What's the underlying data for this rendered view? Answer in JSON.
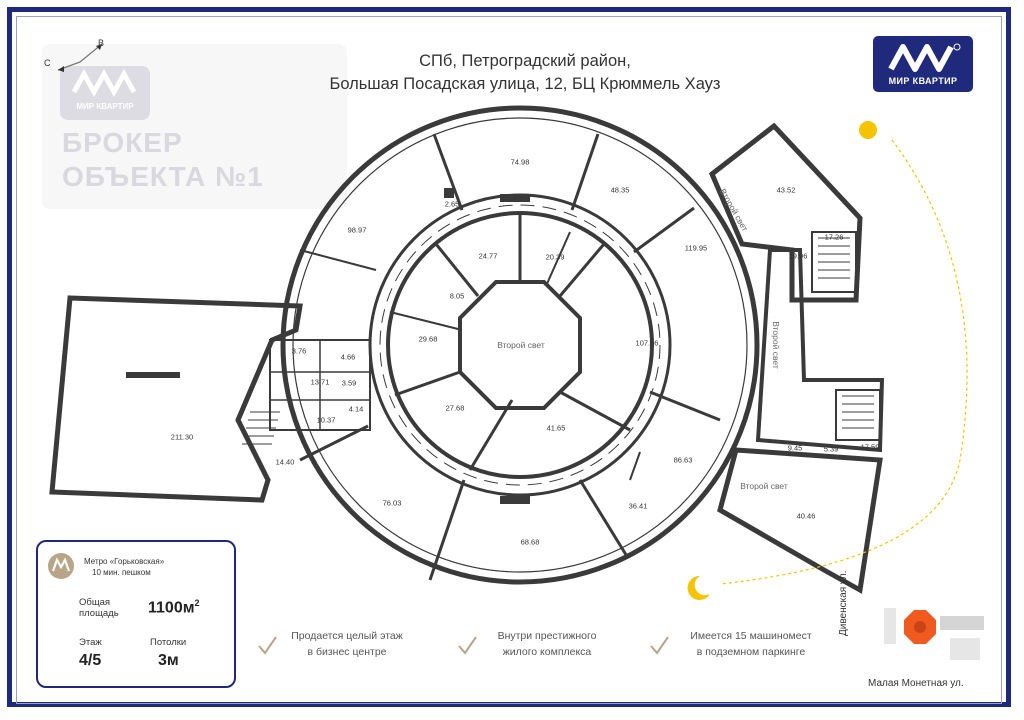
{
  "header": {
    "address_line1": "СПб, Петроградский район,",
    "address_line2": "Большая Посадская улица, 12, БЦ Крюммель Хауз"
  },
  "logo": {
    "text": "МИР КВАРТИР",
    "color": "#1f2a7c"
  },
  "watermark": {
    "line1": "БРОКЕР",
    "line2": "ОБЪЕКТА №1",
    "logo_text": "МИР КВАРТИР"
  },
  "compass": {
    "north": "В",
    "west": "С"
  },
  "rooms": [
    {
      "label": "74.98"
    },
    {
      "label": "48.35"
    },
    {
      "label": "43.52"
    },
    {
      "label": "17.26"
    },
    {
      "label": "19.96"
    },
    {
      "label": "119.95"
    },
    {
      "label": "98.97"
    },
    {
      "label": "2.65"
    },
    {
      "label": "24.77"
    },
    {
      "label": "20.39"
    },
    {
      "label": "8.05"
    },
    {
      "label": "29.68"
    },
    {
      "label": "107.56"
    },
    {
      "label": "3.76"
    },
    {
      "label": "4.66"
    },
    {
      "label": "13.71"
    },
    {
      "label": "3.59"
    },
    {
      "label": "4.14"
    },
    {
      "label": "10.37"
    },
    {
      "label": "211.30"
    },
    {
      "label": "14.40"
    },
    {
      "label": "27.68"
    },
    {
      "label": "41.65"
    },
    {
      "label": "86.63"
    },
    {
      "label": "9.45"
    },
    {
      "label": "5.39"
    },
    {
      "label": "17.59"
    },
    {
      "label": "76.03"
    },
    {
      "label": "68.68"
    },
    {
      "label": "36.41"
    },
    {
      "label": "40.46"
    }
  ],
  "second_light": [
    {
      "label": "Второй свет"
    },
    {
      "label": "Второй свет"
    },
    {
      "label": "Второй свет"
    },
    {
      "label": "Второй свет"
    }
  ],
  "info": {
    "metro_name": "Метро «Горьковская»",
    "metro_time": "10 мин. пешком",
    "area_label_1": "Общая",
    "area_label_2": "площадь",
    "area_value": "1100м",
    "area_sup": "2",
    "floor_label": "Этаж",
    "floor_value": "4/5",
    "ceiling_label": "Потолки",
    "ceiling_value": "3м"
  },
  "features": [
    {
      "line1": "Продается целый этаж",
      "line2": "в бизнес центре"
    },
    {
      "line1": "Внутри престижного",
      "line2": "жилого комплекса"
    },
    {
      "line1": "Имеется 15 машиномест",
      "line2": "в подземном паркинге"
    }
  ],
  "streets": {
    "vertical": "Дивенская ул.",
    "horizontal": "Малая Монетная ул."
  },
  "colors": {
    "brand": "#1f2a7c",
    "wall": "#3a3a3a",
    "accent": "#f05a1e",
    "sun": "#f5c400"
  }
}
